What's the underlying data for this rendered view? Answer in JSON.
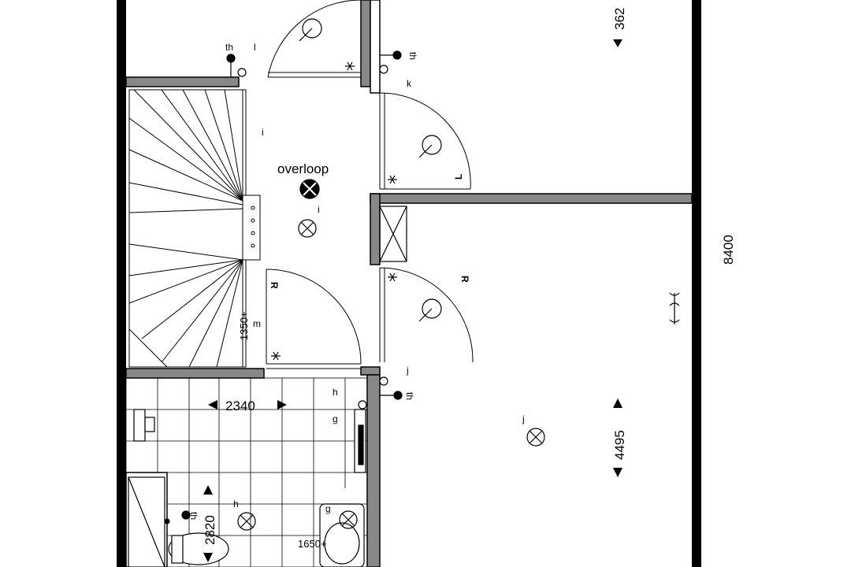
{
  "room_label": "overloop",
  "dimensions": {
    "top_right": "362",
    "right_total": "8400",
    "right_room": "4495",
    "bath_width": "2340",
    "bath_depth": "2820",
    "height_mark_stair": "1350+",
    "height_mark_bath": "1650+"
  },
  "point_labels": {
    "th": "th",
    "l": "l",
    "k": "k",
    "i": "i",
    "m": "m",
    "j": "j",
    "h": "h",
    "g": "g"
  },
  "door_swing_labels": {
    "left": "L",
    "right": "R"
  }
}
